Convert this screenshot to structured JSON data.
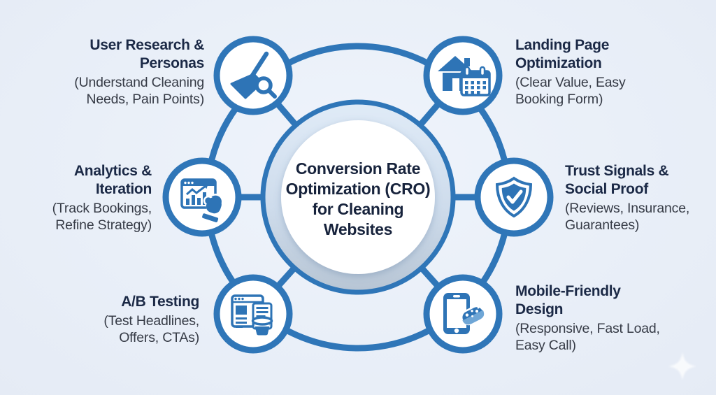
{
  "figure": {
    "type": "hub-and-spoke-cycle-diagram",
    "center_title": "Conversion Rate\nOptimization (CRO)\nfor Cleaning\nWebsites"
  },
  "nodes": [
    {
      "id": "user-research",
      "position": "top-left",
      "icon": "broom-magnifier-icon",
      "title": "User Research &\nPersonas",
      "subtitle": "(Understand Cleaning\nNeeds, Pain Points)"
    },
    {
      "id": "landing-page",
      "position": "top-right",
      "icon": "house-calendar-icon",
      "title": "Landing Page\nOptimization",
      "subtitle": "(Clear Value, Easy\nBooking Form)"
    },
    {
      "id": "analytics",
      "position": "middle-left",
      "icon": "analytics-chart-mitt-icon",
      "title": "Analytics &\nIteration",
      "subtitle": "(Track Bookings,\nRefine Strategy)"
    },
    {
      "id": "trust-signals",
      "position": "middle-right",
      "icon": "shield-check-icon",
      "title": "Trust Signals &\nSocial Proof",
      "subtitle": "(Reviews, Insurance,\nGuarantees)"
    },
    {
      "id": "ab-testing",
      "position": "bottom-left",
      "icon": "ab-page-bucket-icon",
      "title": "A/B Testing",
      "subtitle": "(Test Headlines,\nOffers, CTAs)"
    },
    {
      "id": "mobile-design",
      "position": "bottom-right",
      "icon": "phone-sponge-icon",
      "title": "Mobile-Friendly\nDesign",
      "subtitle": "(Responsive, Fast Load,\nEasy Call)"
    }
  ],
  "colors": {
    "stroke_blue": "#2F76B8",
    "icon_blue": "#2E74B6",
    "icon_light_blue": "#6FA6D6",
    "node_fill": "#FFFFFF",
    "title_text": "#1B2946",
    "subtitle_text": "#363B46",
    "center_text": "#17233C",
    "background": "#E9EFF8"
  }
}
